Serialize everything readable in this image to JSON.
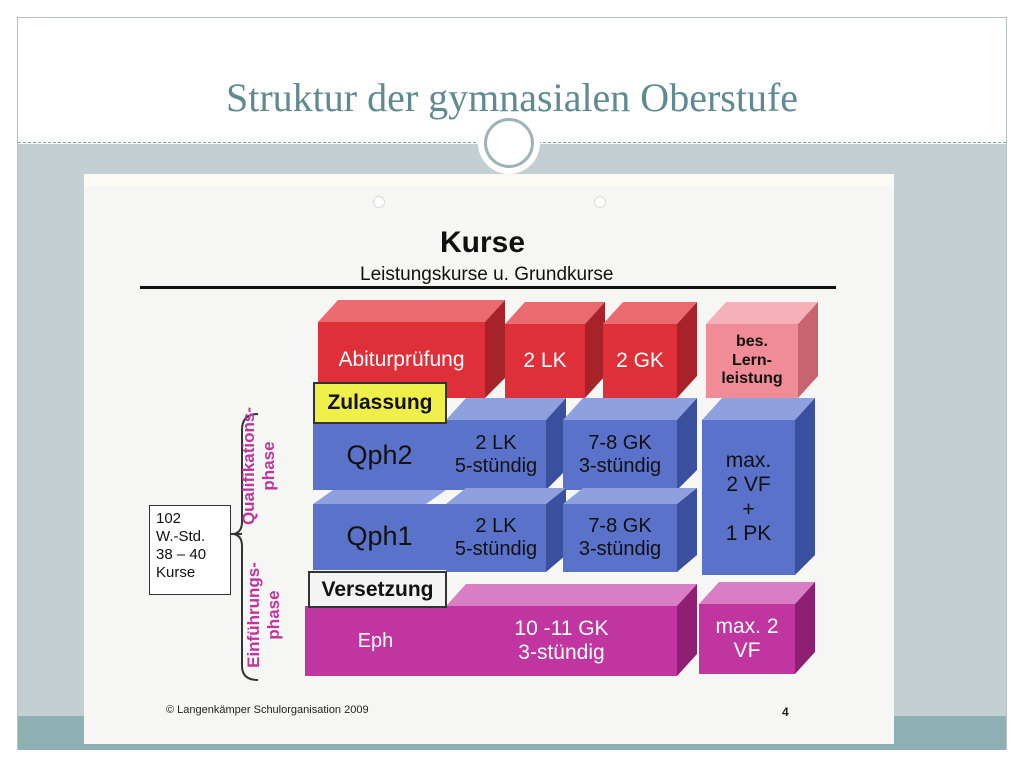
{
  "slide": {
    "title": "Struktur der gymnasialen Oberstufe"
  },
  "photo": {
    "heading": "Kurse",
    "subheading": "Leistungskurse u. Grundkurse",
    "top_row": {
      "abiturpruefung": "Abiturprüfung",
      "lk": "2 LK",
      "gk": "2 GK",
      "bes": [
        "bes.",
        "Lern-",
        "leistung"
      ]
    },
    "zulassung": "Zulassung",
    "qph2": {
      "label": "Qph2",
      "lk": [
        "2 LK",
        "5-stündig"
      ],
      "gk": [
        "7-8 GK",
        "3-stündig"
      ]
    },
    "qph1": {
      "label": "Qph1",
      "lk": [
        "2 LK",
        "5-stündig"
      ],
      "gk": [
        "7-8 GK",
        "3-stündig"
      ]
    },
    "max_vf": [
      "max.",
      "2 VF",
      "+",
      "1 PK"
    ],
    "versetzung": "Versetzung",
    "eph": {
      "label": "Eph",
      "gk": [
        "10 -11 GK",
        "3-stündig"
      ],
      "max": [
        "max. 2",
        "VF"
      ]
    },
    "side_qualifikation": [
      "Qualifikations-",
      "phase"
    ],
    "side_einfuehrung": [
      "Einführungs-",
      "phase"
    ],
    "info_box": [
      "102",
      "W.-Std.",
      "38 – 40",
      "Kurse"
    ],
    "copyright": "© Langenkämper Schulorganisation 2009",
    "page_number": "4"
  },
  "colors": {
    "red": "#e0323c",
    "pink": "#f08b97",
    "blue": "#5b72c8",
    "magenta": "#c0349e",
    "yellow": "#f0ef4a"
  }
}
